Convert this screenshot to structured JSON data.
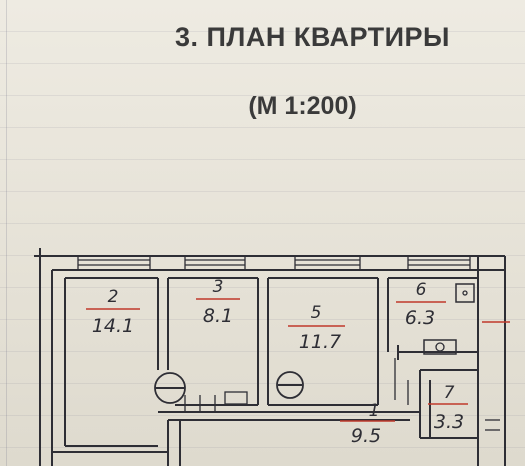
{
  "header": {
    "title": "3. ПЛАН КВАРТИРЫ",
    "scale": "(М 1:200)"
  },
  "rooms": [
    {
      "number": "2",
      "area": "14.1"
    },
    {
      "number": "3",
      "area": "8.1"
    },
    {
      "number": "5",
      "area": "11.7"
    },
    {
      "number": "6",
      "area": "6.3"
    },
    {
      "number": "1",
      "area": "9.5"
    },
    {
      "number": "7",
      "area": "3.3"
    }
  ],
  "colors": {
    "ink": "#2e2e35",
    "red_mark": "#c0392b",
    "paper": "#e9e6dc"
  }
}
